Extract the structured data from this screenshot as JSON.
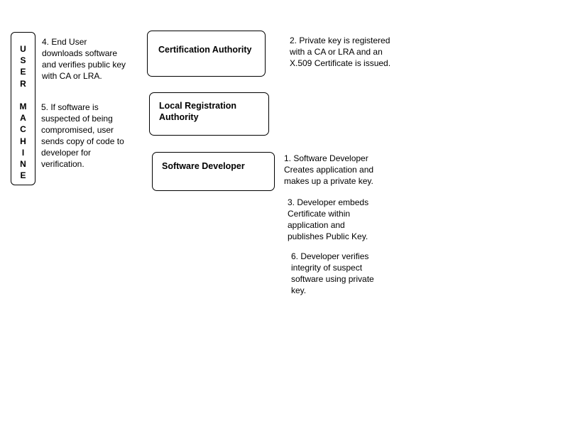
{
  "user_machine": {
    "label": "U\nS\nE\nR\n\nM\nA\nC\nH\nI\nN\nE"
  },
  "boxes": {
    "certification_authority": "Certification Authority",
    "local_registration_authority": "Local Registration\nAuthority",
    "software_developer": "Software Developer"
  },
  "notes": {
    "step4": "4. End User\ndownloads software\nand verifies public key\nwith CA or LRA.",
    "step5": "5. If software is\nsuspected of being\ncompromised, user\nsends copy of code to\ndeveloper for\nverification.",
    "step2": "2. Private key is registered\nwith a CA or LRA and an\nX.509 Certificate is issued.",
    "step1": "1. Software Developer\nCreates application and\nmakes up a private key.",
    "step3": "3. Developer embeds\nCertificate within\napplication and\npublishes Public Key.",
    "step6": "6. Developer verifies\nintegrity of suspect\nsoftware using private\nkey."
  }
}
